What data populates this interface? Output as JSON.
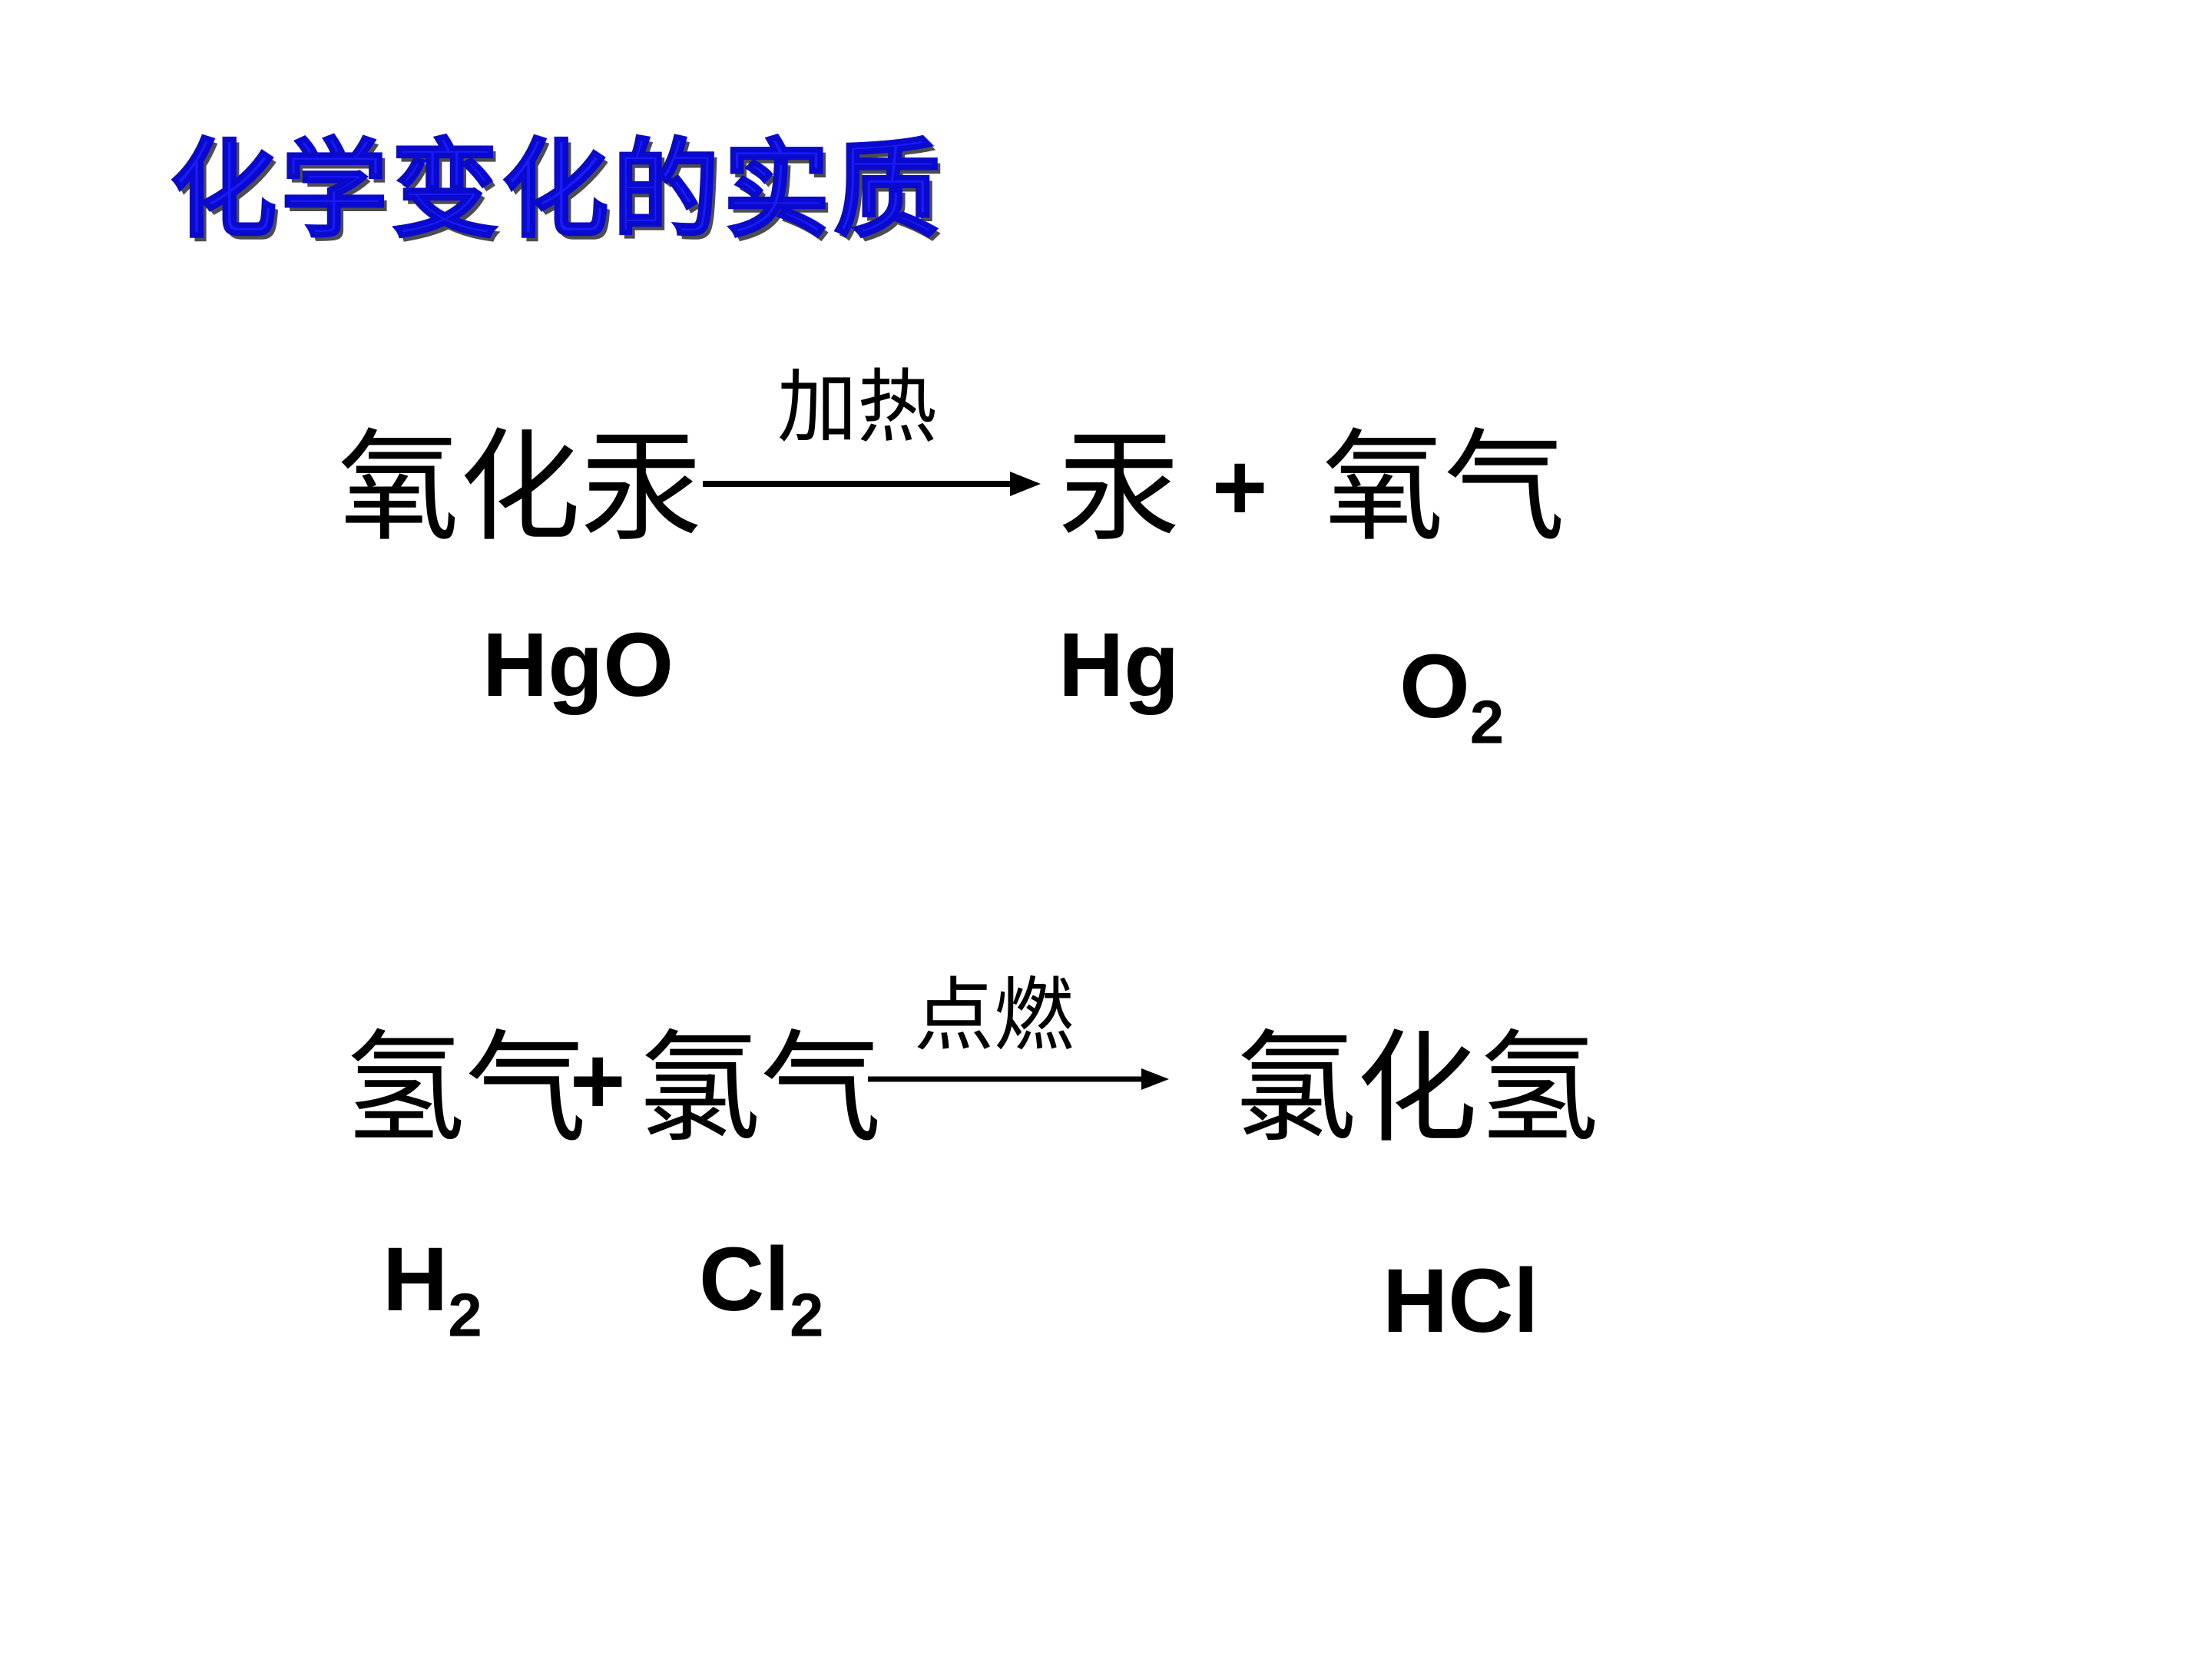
{
  "slide": {
    "title": "化学变化的实质"
  },
  "reaction1": {
    "reactant": "氧化汞",
    "condition": "加热",
    "product1": "汞",
    "plus": "+",
    "product2": "氧气",
    "formulas": {
      "reactant": "HgO",
      "product1": "Hg",
      "product2_base": "O",
      "product2_sub": "2"
    }
  },
  "reaction2": {
    "reactant1": "氢气",
    "plus": "+",
    "reactant2": "氯气",
    "condition": "点燃",
    "product": "氯化氢",
    "formulas": {
      "reactant1_base": "H",
      "reactant1_sub": "2",
      "reactant2_base": "Cl",
      "reactant2_sub": "2",
      "product": "HCl"
    }
  },
  "colors": {
    "title": "#1a1aff",
    "title_shadow": "#4d4d4d",
    "text": "#000000",
    "background": "#ffffff"
  }
}
